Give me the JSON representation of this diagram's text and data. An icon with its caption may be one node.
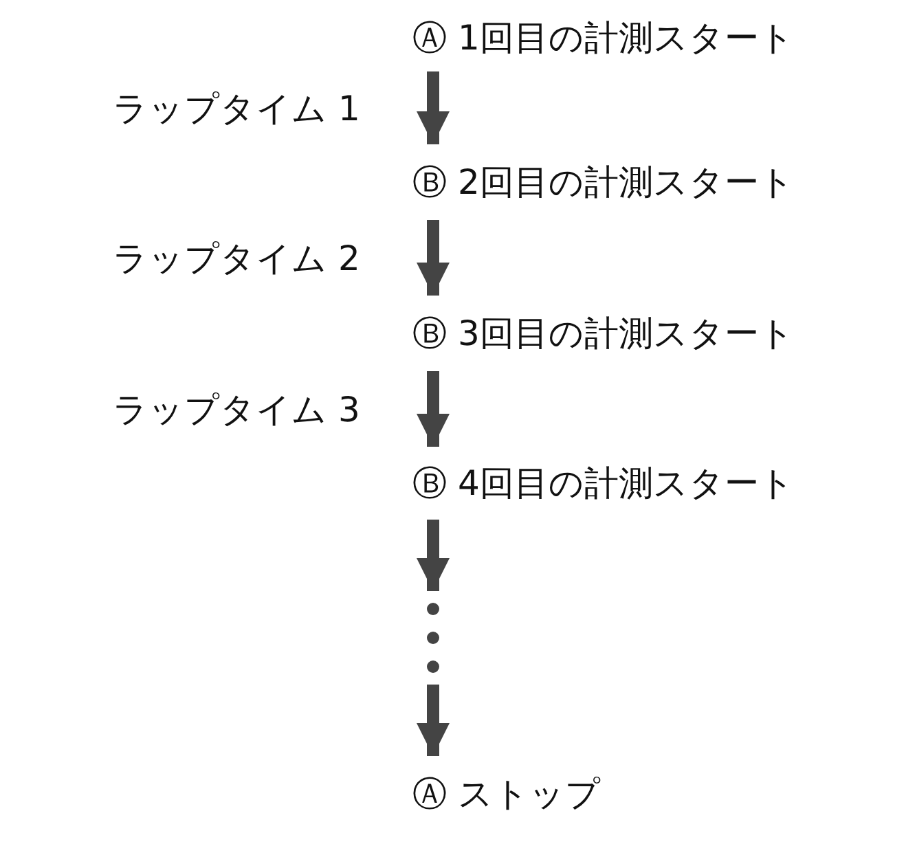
{
  "diagram": {
    "nodes": [
      {
        "text": [
          "Ⓐ 1回目の計測スタート"
        ]
      },
      {
        "text": [
          "Ⓑ 2回目の計測スタート"
        ]
      },
      {
        "text": [
          "Ⓑ 3回目の計測スタート"
        ]
      },
      {
        "text": [
          "Ⓑ 4回目の計測スタート"
        ]
      },
      {
        "text": [],
        "shape": "dots"
      },
      {
        "text": [
          "Ⓐ ストップ"
        ]
      }
    ],
    "edges": [
      {
        "from": 0,
        "to": 1,
        "arrow": "to",
        "label": "ラップタイム 1"
      },
      {
        "from": 1,
        "to": 2,
        "arrow": "to",
        "label": "ラップタイム 2"
      },
      {
        "from": 2,
        "to": 3,
        "arrow": "to",
        "label": "ラップタイム 3"
      },
      {
        "from": 3,
        "to": 4,
        "arrow": "to"
      },
      {
        "from": 4,
        "to": 5,
        "arrow": "to"
      }
    ]
  }
}
